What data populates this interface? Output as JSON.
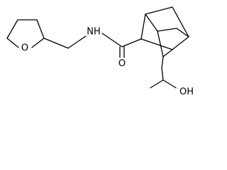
{
  "molecule": {
    "atoms": {
      "ring_oxygen": "O",
      "amide_nitrogen": "NH",
      "carbonyl_oxygen": "O",
      "hydroxyl": "OH"
    }
  }
}
